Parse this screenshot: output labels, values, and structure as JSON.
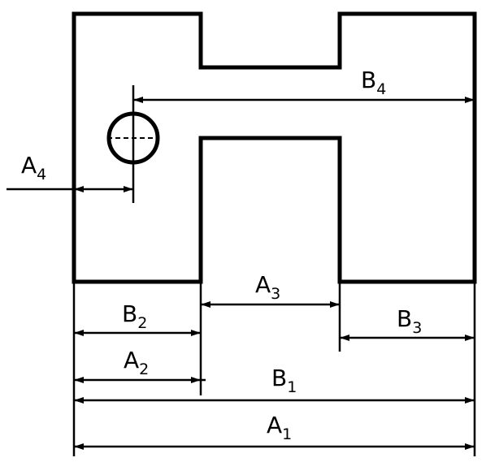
{
  "labels": {
    "A1": {
      "base": "A",
      "sub": "1"
    },
    "A2": {
      "base": "A",
      "sub": "2"
    },
    "A3": {
      "base": "A",
      "sub": "3"
    },
    "A4": {
      "base": "A",
      "sub": "4"
    },
    "B1": {
      "base": "B",
      "sub": "1"
    },
    "B2": {
      "base": "B",
      "sub": "2"
    },
    "B3": {
      "base": "B",
      "sub": "3"
    },
    "B4": {
      "base": "B",
      "sub": "4"
    }
  }
}
